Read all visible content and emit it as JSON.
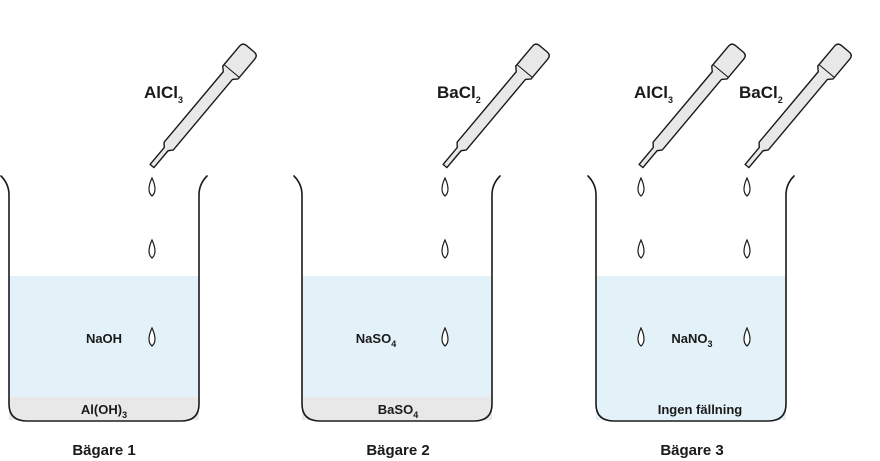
{
  "beakers": [
    {
      "caption": "Bägare 1",
      "solution": {
        "base": "NaOH",
        "sub": "",
        "tail": ""
      },
      "reagents": [
        {
          "base": "AlCl",
          "sub": "3"
        }
      ],
      "bottom": {
        "base": "Al(OH)",
        "sub": "3"
      },
      "bottom_type": "precipitate"
    },
    {
      "caption": "Bägare 2",
      "solution": {
        "base": "NaSO",
        "sub": "4",
        "tail": ""
      },
      "reagents": [
        {
          "base": "BaCl",
          "sub": "2"
        }
      ],
      "bottom": {
        "base": "BaSO",
        "sub": "4"
      },
      "bottom_type": "precipitate"
    },
    {
      "caption": "Bägare 3",
      "solution": {
        "base": "NaNO",
        "sub": "3",
        "tail": ""
      },
      "reagents": [
        {
          "base": "AlCl",
          "sub": "3"
        },
        {
          "base": "BaCl",
          "sub": "2"
        }
      ],
      "bottom": {
        "base": "Ingen fällning",
        "sub": ""
      },
      "bottom_type": "none"
    }
  ],
  "colors": {
    "liquid": "#e3f1f9",
    "precipitate": "#e8e8e8",
    "outline": "#1a1a1a"
  }
}
